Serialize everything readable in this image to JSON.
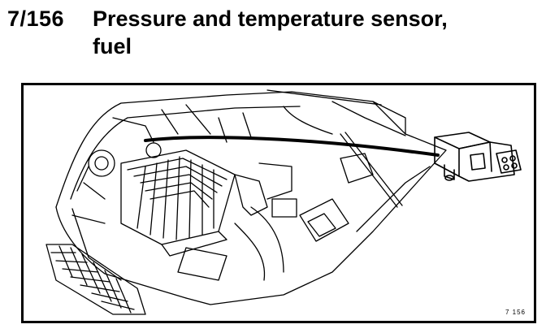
{
  "heading": {
    "code": "7/156",
    "title_line1": "Pressure and temperature sensor,",
    "title_line2": "fuel"
  },
  "figure": {
    "reference": "7  156",
    "icon": "engine-bay-line-drawing"
  }
}
